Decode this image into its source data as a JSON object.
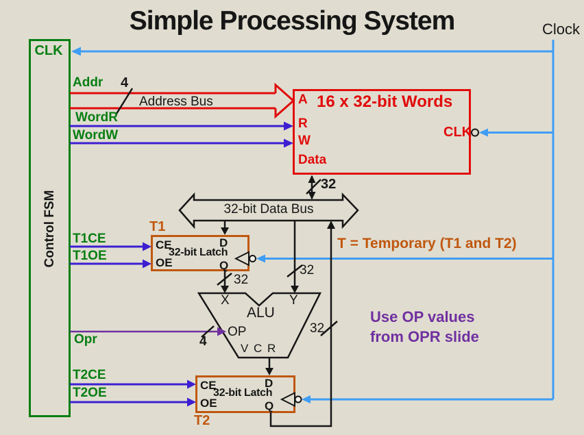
{
  "colors": {
    "background": "#e0ddd0",
    "green": "#077e12",
    "red": "#e10b0b",
    "violet": "#3d1fd1",
    "clock_blue": "#3f9df5",
    "orange": "#c0570f",
    "purple": "#7030a0",
    "black": "#161616"
  },
  "title": "Simple Processing System",
  "clock": {
    "label": "Clock"
  },
  "fsm": {
    "clk_label": "CLK",
    "name": "Control FSM"
  },
  "signals": {
    "addr": {
      "label": "Addr",
      "width": "4"
    },
    "wordr": {
      "label": "WordR"
    },
    "wordw": {
      "label": "WordW"
    },
    "t1ce": {
      "label": "T1CE"
    },
    "t1oe": {
      "label": "T1OE"
    },
    "opr": {
      "label": "Opr",
      "width": "4"
    },
    "t2ce": {
      "label": "T2CE"
    },
    "t2oe": {
      "label": "T2OE"
    }
  },
  "address_bus": {
    "label": "Address Bus"
  },
  "memory": {
    "title": "16 x 32-bit Words",
    "port_a": "A",
    "port_r": "R",
    "port_w": "W",
    "port_data": "Data",
    "port_clk": "CLK",
    "data_width": "32"
  },
  "data_bus": {
    "label": "32-bit Data Bus"
  },
  "t1": {
    "tag": "T1",
    "name": "32-bit Latch",
    "ce": "CE",
    "oe": "OE",
    "d": "D",
    "q": "Q",
    "out_width": "32"
  },
  "t2": {
    "tag": "T2",
    "name": "32-bit Latch",
    "ce": "CE",
    "oe": "OE",
    "d": "D",
    "q": "Q"
  },
  "alu": {
    "name": "ALU",
    "in_x": "X",
    "in_y": "Y",
    "op": "OP",
    "flags": "V C R",
    "y_width": "32",
    "result_width": "32"
  },
  "notes": {
    "temporary": "T = Temporary (T1 and T2)",
    "op_note_line1": "Use OP values",
    "op_note_line2": "from OPR slide"
  }
}
